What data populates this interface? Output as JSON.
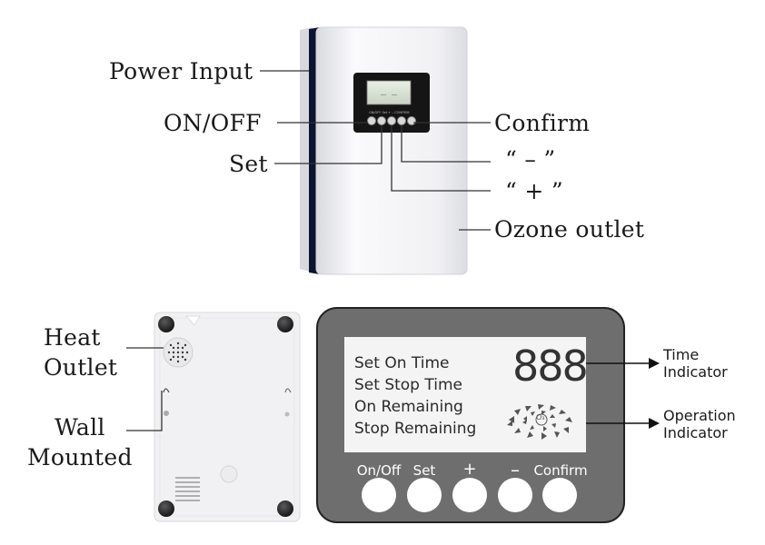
{
  "top": {
    "labels": {
      "power_input": "Power Input",
      "on_off": "ON/OFF",
      "set": "Set",
      "confirm": "Confirm",
      "minus": "“ – ”",
      "plus": "“ + ”",
      "ozone_outlet": "Ozone outlet"
    }
  },
  "back": {
    "labels": {
      "heat_outlet": "Heat\nOutlet",
      "wall_mounted": "Wall\nMounted"
    }
  },
  "panel": {
    "menu": [
      "Set On Time",
      "Set Stop Time",
      "On Remaining",
      "Stop Remaining"
    ],
    "display_digits": "888",
    "o3_symbol": "O₃",
    "buttons": [
      "On/Off",
      "Set",
      "+",
      "–",
      "Confirm"
    ],
    "time_indicator": "Time\nIndicator",
    "operation_indicator": "Operation\nIndicator"
  },
  "colors": {
    "panel_bg": "#6e6e6e",
    "lcd_bg": "#f4f4f4",
    "device_body": "#f3f3f5",
    "device_edge": "#0b1430",
    "line": "#333333"
  }
}
